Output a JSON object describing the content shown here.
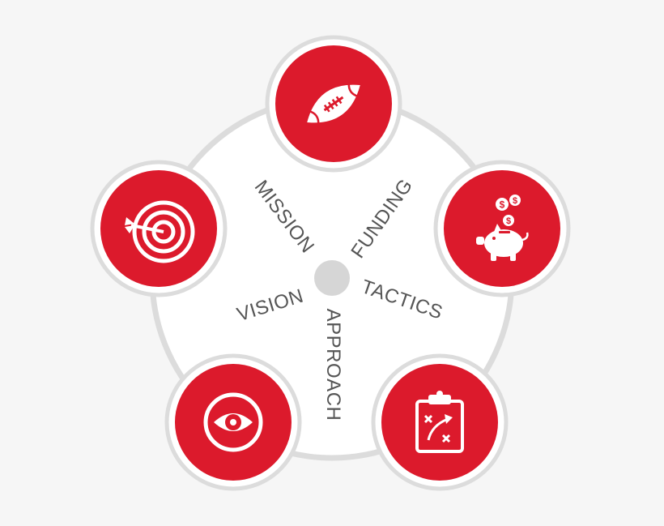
{
  "colors": {
    "background": "#f6f6f6",
    "accent_red": "#dc1a2c",
    "ring": "#dcdcdc",
    "wheel_fill": "#ffffff",
    "hub": "#d6d6d6",
    "label_text": "#555555",
    "icon": "#ffffff"
  },
  "labels": {
    "mission": "MISSION",
    "funding": "FUNDING",
    "tactics": "TACTICS",
    "approach": "APPROACH",
    "vision": "VISION"
  },
  "nodes": [
    {
      "id": "football",
      "icon": "football-icon"
    },
    {
      "id": "piggy",
      "icon": "piggy-bank-icon",
      "coin_text": "$"
    },
    {
      "id": "clipboard",
      "icon": "clipboard-play-icon"
    },
    {
      "id": "eye",
      "icon": "eye-icon"
    },
    {
      "id": "target",
      "icon": "target-icon"
    }
  ]
}
